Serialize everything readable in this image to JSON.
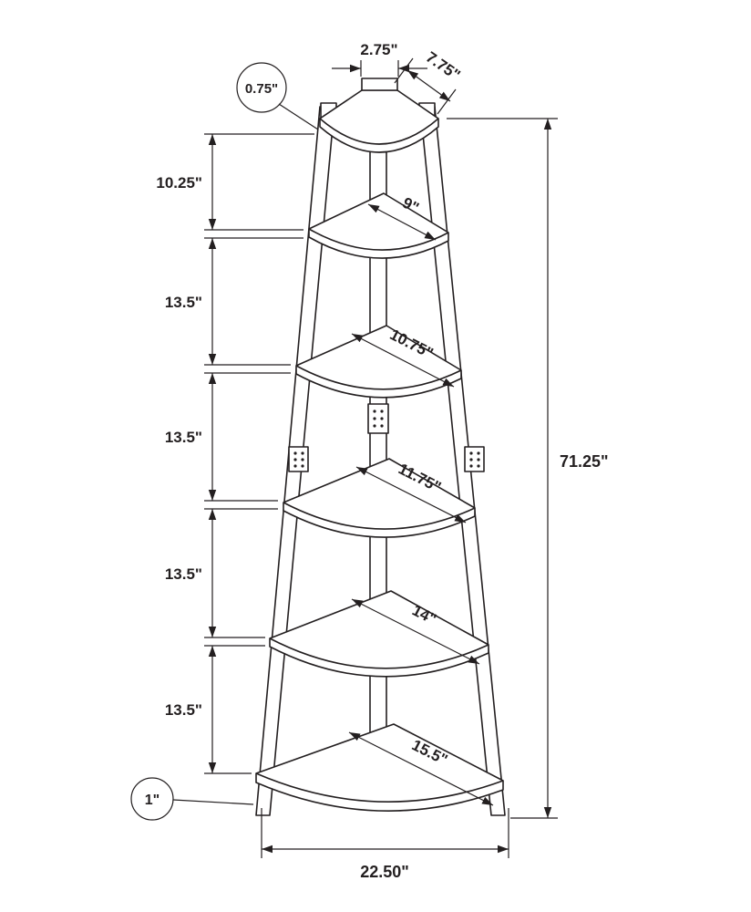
{
  "diagram": {
    "name": "corner-ladder-shelf-dimension-drawing",
    "description": "Dimensioned technical line drawing of a 5-tier corner ladder shelf (etagere)",
    "units": "inches",
    "line_color": "#231f20",
    "background_color": "#ffffff"
  },
  "dims": {
    "top_cap_width": "2.75\"",
    "top_cap_depth": "7.75\"",
    "panel_thickness": "0.75\"",
    "gap_top": "10.25\"",
    "gap_2": "13.5\"",
    "gap_3": "13.5\"",
    "gap_4": "13.5\"",
    "gap_5": "13.5\"",
    "overall_height": "71.25\"",
    "shelf1_width": "9\"",
    "shelf2_width": "10.75\"",
    "shelf3_width": "11.75\"",
    "shelf4_width": "14\"",
    "shelf5_width": "15.5\"",
    "base_width": "22.50\"",
    "base_thickness": "1\""
  }
}
